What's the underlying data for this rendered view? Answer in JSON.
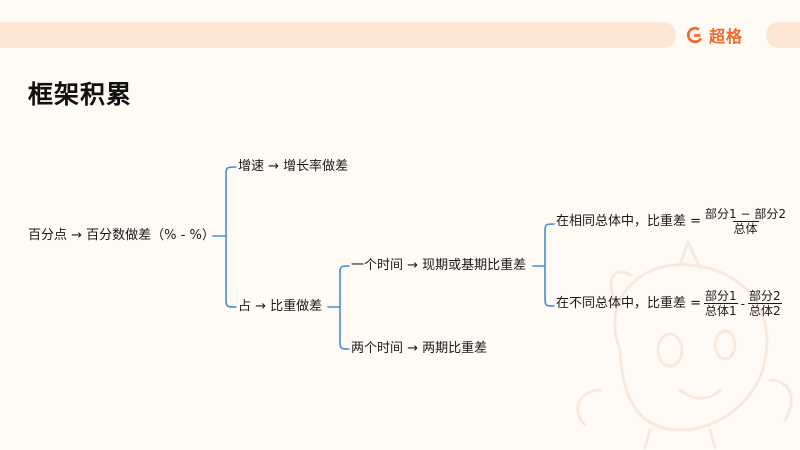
{
  "brand": {
    "name": "超格"
  },
  "title": "框架积累",
  "diagram": {
    "root": "百分点 → 百分数做差（% - %）",
    "branch_growth": "增速 → 增长率做差",
    "branch_share": "占 → 比重做差",
    "one_period": "一个时间 → 现期或基期比重差",
    "two_periods": "两个时间 → 两期比重差",
    "same_total": {
      "label": "在相同总体中，比重差 =",
      "numerator": "部分1 − 部分2",
      "denominator": "总体"
    },
    "diff_total": {
      "label": "在不同总体中，比重差 =",
      "frac1_num": "部分1",
      "frac1_den": "总体1",
      "minus": "-",
      "frac2_num": "部分2",
      "frac2_den": "总体2"
    }
  },
  "colors": {
    "line": "#4a8fd6",
    "brand": "#ef6a2c",
    "band": "#fde7d4",
    "background": "#fffaf4"
  }
}
